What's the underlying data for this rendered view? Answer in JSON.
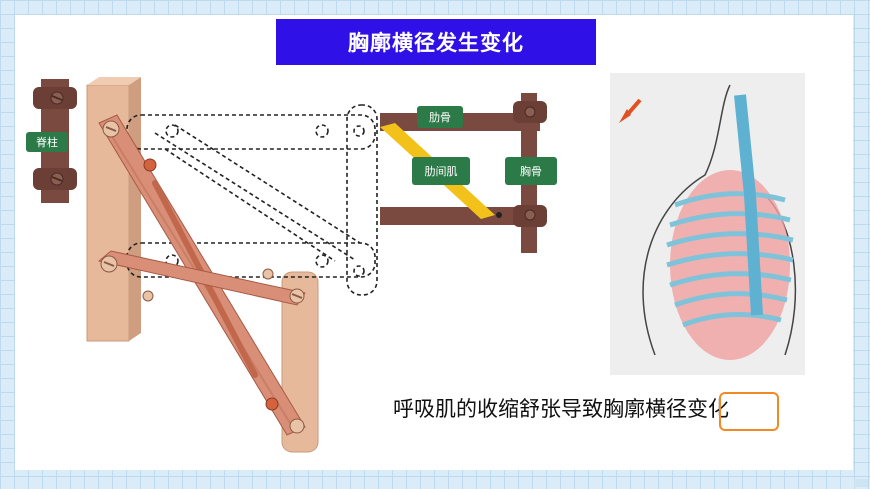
{
  "title": "胸廓横径发生变化",
  "labels": {
    "spine": "脊柱",
    "rib": "肋骨",
    "intercostal": "肋间肌",
    "sternum": "胸骨"
  },
  "caption": "呼吸肌的收缩舒张导致胸廓横径变化",
  "colors": {
    "title_bg": "#2f10e6",
    "label_bg": "#2b7a47",
    "highlight": "#f08a24"
  }
}
